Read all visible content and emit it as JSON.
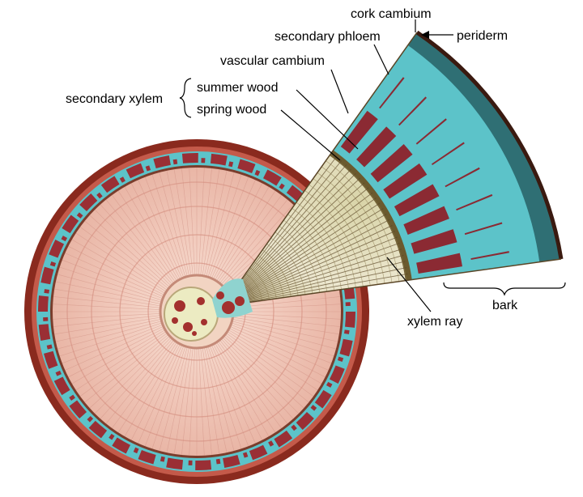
{
  "labels": {
    "cork_cambium": "cork cambium",
    "periderm": "periderm",
    "secondary_phloem": "secondary phloem",
    "vascular_cambium": "vascular cambium",
    "secondary_xylem": "secondary xylem",
    "summer_wood": "summer wood",
    "spring_wood": "spring wood",
    "xylem_ray": "xylem ray",
    "bark": "bark"
  },
  "colors": {
    "bark_outer": "#8a2a1e",
    "phloem_red": "#9a2f35",
    "phloem_cyan": "#5cc3c9",
    "wood_pink": "#efc3b4",
    "wood_light": "#f6dccf",
    "pith": "#ecebc2",
    "wedge_wood": "#e9e2c4",
    "wedge_dark": "#3c2f1c"
  }
}
